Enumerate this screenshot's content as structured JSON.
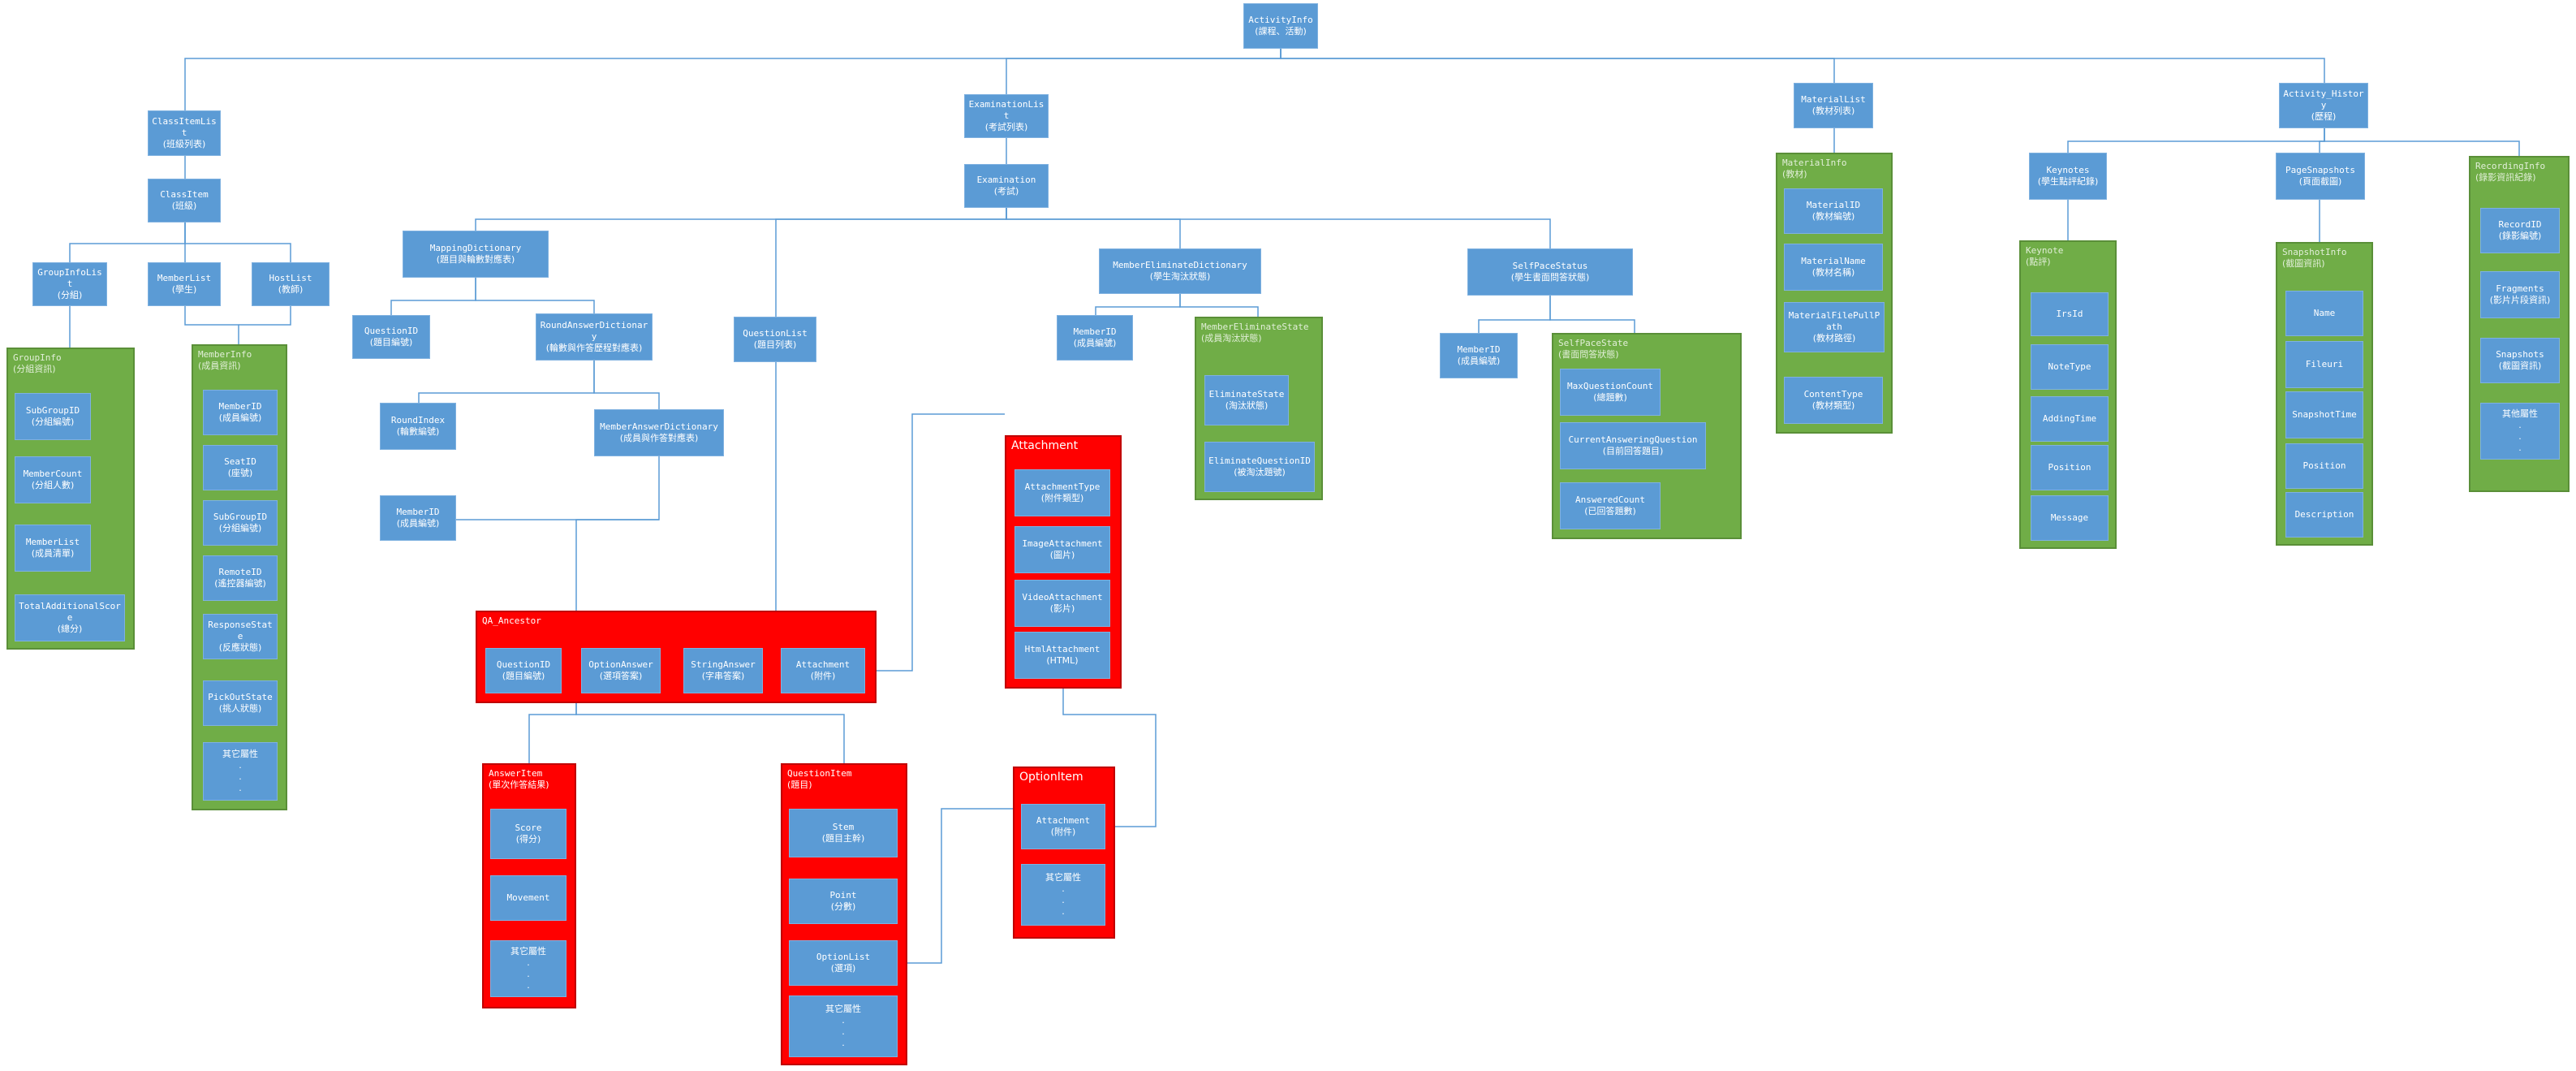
{
  "nodes": {
    "activityinfo": {
      "en": "ActivityInfo",
      "zh": "(課程、活動)"
    },
    "classitemlist": {
      "en": "ClassItemList",
      "zh": "(班級列表)"
    },
    "classitem": {
      "en": "ClassItem",
      "zh": "(班級)"
    },
    "groupinfolist": {
      "en": "GroupInfoList",
      "zh": "(分組)"
    },
    "memberlist_top": {
      "en": "MemberList",
      "zh": "(學生)"
    },
    "hostlist": {
      "en": "HostList",
      "zh": "(教師)"
    },
    "examinationlist": {
      "en": "ExaminationList",
      "zh": "(考試列表)"
    },
    "examination": {
      "en": "Examination",
      "zh": "(考試)"
    },
    "mappingdictionary": {
      "en": "MappingDictionary",
      "zh": "(題目與輪數對應表)"
    },
    "questionid_md": {
      "en": "QuestionID",
      "zh": "(題目編號)"
    },
    "roundanswerdictionary": {
      "en": "RoundAnswerDictionary",
      "zh": "(輪數與作答歷程對應表)"
    },
    "roundindex": {
      "en": "RoundIndex",
      "zh": "(輪數編號)"
    },
    "memberanswerdictionary": {
      "en": "MemberAnswerDictionary",
      "zh": "(成員與作答對應表)"
    },
    "memberid_md": {
      "en": "MemberID",
      "zh": "(成員編號)"
    },
    "questionlist": {
      "en": "QuestionList",
      "zh": "(題目列表)"
    },
    "membereliminatedictionary": {
      "en": "MemberEliminateDictionary",
      "zh": "(學生淘汰狀態)"
    },
    "memberid_me": {
      "en": "MemberID",
      "zh": "(成員編號)"
    },
    "selfpacestatus": {
      "en": "SelfPaceStatus",
      "zh": "(學生書面問答狀態)"
    },
    "memberid_sp": {
      "en": "MemberID",
      "zh": "(成員編號)"
    },
    "materiallist": {
      "en": "MaterialList",
      "zh": "(教材列表)"
    },
    "activity_history": {
      "en": "Activity_History",
      "zh": "(歷程)"
    },
    "keynotes": {
      "en": "Keynotes",
      "zh": "(學生點評紀錄)"
    },
    "pagesnapshots": {
      "en": "PageSnapshots",
      "zh": "(頁面截圖)"
    }
  },
  "panels": {
    "groupinfo": {
      "title": "GroupInfo",
      "subtitle": "(分組資訊)",
      "items": [
        {
          "en": "SubGroupID",
          "zh": "(分組編號)"
        },
        {
          "en": "MemberCount",
          "zh": "(分組人數)"
        },
        {
          "en": "MemberList",
          "zh": "(成員清單)"
        },
        {
          "en": "TotalAdditionalScore",
          "zh": "(總分)"
        }
      ]
    },
    "memberinfo": {
      "title": "MemberInfo",
      "subtitle": "(成員資訊)",
      "items": [
        {
          "en": "MemberID",
          "zh": "(成員編號)"
        },
        {
          "en": "SeatID",
          "zh": "(座號)"
        },
        {
          "en": "SubGroupID",
          "zh": "(分組編號)"
        },
        {
          "en": "RemoteID",
          "zh": "(遙控器編號)"
        },
        {
          "en": "ResponseState",
          "zh": "(反應狀態)"
        },
        {
          "en": "PickOutState",
          "zh": "(挑人狀態)"
        },
        {
          "en": "",
          "zh": "其它屬性\n.\n.\n."
        }
      ]
    },
    "membereliminatestate": {
      "title": "MemberEliminateState",
      "subtitle": "(成員淘汰狀態)",
      "items": [
        {
          "en": "EliminateState",
          "zh": "(淘汰狀態)"
        },
        {
          "en": "EliminateQuestionID",
          "zh": "(被淘汰題號)"
        }
      ]
    },
    "selfpacestate": {
      "title": "SelfPaceState",
      "subtitle": "(書面問答狀態)",
      "items": [
        {
          "en": "MaxQuestionCount",
          "zh": "(總題數)"
        },
        {
          "en": "CurrentAnsweringQuestion",
          "zh": "(目前回答題目)"
        },
        {
          "en": "AnsweredCount",
          "zh": "(已回答題數)"
        }
      ]
    },
    "materialinfo": {
      "title": "MaterialInfo",
      "subtitle": "(教材)",
      "items": [
        {
          "en": "MaterialID",
          "zh": "(教材編號)"
        },
        {
          "en": "MaterialName",
          "zh": "(教材名稱)"
        },
        {
          "en": "MaterialFilePullPath",
          "zh": "(教材路徑)"
        },
        {
          "en": "ContentType",
          "zh": "(教材類型)"
        }
      ]
    },
    "keynote": {
      "title": "Keynote",
      "subtitle": "(點評)",
      "items": [
        {
          "en": "IrsId",
          "zh": ""
        },
        {
          "en": "NoteType",
          "zh": ""
        },
        {
          "en": "AddingTime",
          "zh": ""
        },
        {
          "en": "Position",
          "zh": ""
        },
        {
          "en": "Message",
          "zh": ""
        }
      ]
    },
    "snapshotinfo": {
      "title": "SnapshotInfo",
      "subtitle": "(截圖資訊)",
      "items": [
        {
          "en": "Name",
          "zh": ""
        },
        {
          "en": "Fileuri",
          "zh": ""
        },
        {
          "en": "SnapshotTime",
          "zh": ""
        },
        {
          "en": "Position",
          "zh": ""
        },
        {
          "en": "Description",
          "zh": ""
        }
      ]
    },
    "recordinginfo": {
      "title": "RecordingInfo",
      "subtitle": "(錄影資訊紀錄)",
      "items": [
        {
          "en": "RecordID",
          "zh": "(錄影編號)"
        },
        {
          "en": "Fragments",
          "zh": "(影片片段資訊)"
        },
        {
          "en": "Snapshots",
          "zh": "(截圖資訊)"
        },
        {
          "en": "",
          "zh": "其他屬性\n.\n.\n."
        }
      ]
    },
    "attachment": {
      "title": "Attachment",
      "subtitle": "",
      "items": [
        {
          "en": "AttachmentType",
          "zh": "(附件類型)"
        },
        {
          "en": "ImageAttachment",
          "zh": "(圖片)"
        },
        {
          "en": "VideoAttachment",
          "zh": "(影片)"
        },
        {
          "en": "HtmlAttachment",
          "zh": "(HTML)"
        }
      ]
    },
    "qa_ancestor": {
      "title": "QA_Ancestor",
      "subtitle": "",
      "items": [
        {
          "en": "QuestionID",
          "zh": "(題目編號)"
        },
        {
          "en": "OptionAnswer",
          "zh": "(選項答案)"
        },
        {
          "en": "StringAnswer",
          "zh": "(字串答案)"
        },
        {
          "en": "Attachment",
          "zh": "(附件)"
        }
      ]
    },
    "answeritem": {
      "title": "AnswerItem",
      "subtitle": "(單次作答結果)",
      "items": [
        {
          "en": "Score",
          "zh": "(得分)"
        },
        {
          "en": "Movement",
          "zh": ""
        },
        {
          "en": "",
          "zh": "其它屬性\n.\n.\n."
        }
      ]
    },
    "questionitem": {
      "title": "QuestionItem",
      "subtitle": "(題目)",
      "items": [
        {
          "en": "Stem",
          "zh": "(題目主幹)"
        },
        {
          "en": "Point",
          "zh": "(分數)"
        },
        {
          "en": "OptionList",
          "zh": "(選項)"
        },
        {
          "en": "",
          "zh": "其它屬性\n.\n.\n."
        }
      ]
    },
    "optionitem": {
      "title": "OptionItem",
      "subtitle": "",
      "items": [
        {
          "en": "Attachment",
          "zh": "(附件)"
        },
        {
          "en": "",
          "zh": "其它屬性\n.\n.\n."
        }
      ]
    }
  },
  "colors": {
    "node_fill": "#5b9bd5",
    "green_panel": "#70ad47",
    "red_panel": "#ff0000",
    "connector": "#5b9bd5"
  }
}
